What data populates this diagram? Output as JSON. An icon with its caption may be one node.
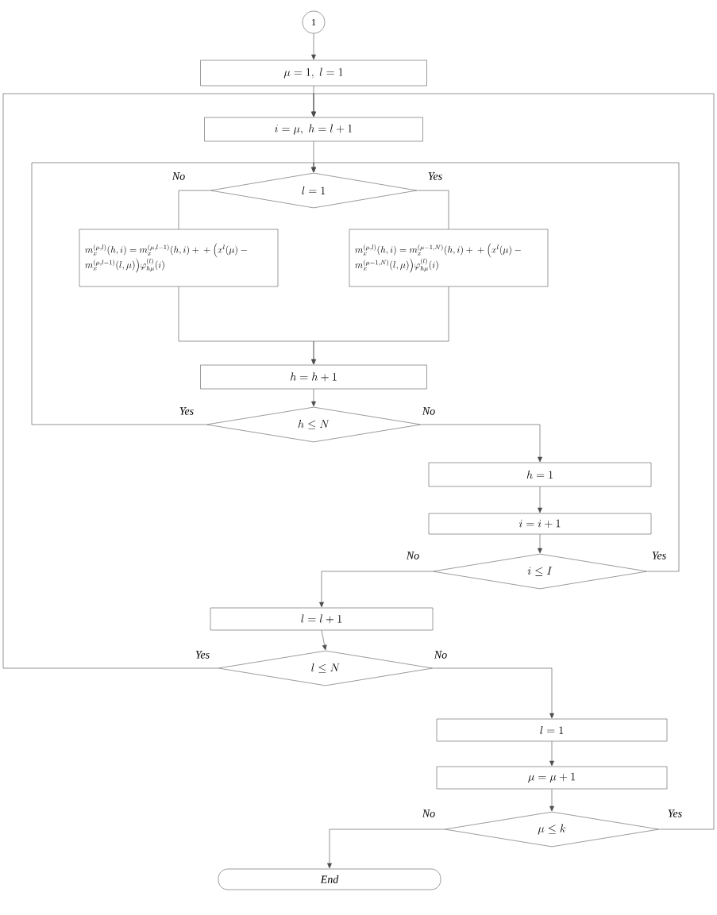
{
  "diagram": {
    "nodes": [
      {
        "text": [
          "1"
        ]
      },
      {
        "text": [
          "\\mu=1,\\; l=1"
        ]
      },
      {
        "text": [
          "i=\\mu,\\; h=l+1"
        ]
      },
      {
        "text": [
          "l=1"
        ]
      },
      {
        "text": [
          "m_x^{(\\mu,l)}(h,i)=m_x^{(\\mu,l-1)}(h,i)+{}+\\Bigl(x^{l}(\\mu)-m_x^{(\\mu,l-1)}(l,\\mu)\\Bigr)\\varphi_{h\\mu}^{(l)}(i)"
        ]
      },
      {
        "text": [
          "m_x^{(\\mu,l)}(h,i)=m_x^{(\\mu-1,N)}(h,i)+{}+\\Bigl(x^{l}(\\mu)-m_x^{(\\mu-1,N)}(l,\\mu)\\Bigr)\\varphi_{h\\mu}^{(l)}(i)"
        ]
      },
      {
        "text": [
          "h=h+1"
        ]
      },
      {
        "text": [
          "h\\leq N"
        ]
      },
      {
        "text": [
          "h=1"
        ]
      },
      {
        "text": [
          "i=i+1"
        ]
      },
      {
        "text": [
          "i\\leq I"
        ]
      },
      {
        "text": [
          "l=l+1"
        ]
      },
      {
        "text": [
          "l\\leq N"
        ]
      },
      {
        "text": [
          "l=1"
        ]
      },
      {
        "text": [
          "\\mu=\\mu+1"
        ]
      },
      {
        "text": [
          "\\mu\\leq k"
        ]
      },
      {
        "text": [
          "End"
        ]
      }
    ],
    "edges": [
      {
        "from": 0,
        "to": 1,
        "arrow": "to"
      },
      {
        "from": 1,
        "to": 2,
        "arrow": "to"
      },
      {
        "from": 2,
        "to": 3,
        "arrow": "to"
      },
      {
        "from": 3,
        "to": 4,
        "arrow": "none",
        "label": "No"
      },
      {
        "from": 3,
        "to": 5,
        "arrow": "none",
        "label": "Yes"
      },
      {
        "from": 4,
        "to": 6,
        "arrow": "to"
      },
      {
        "from": 5,
        "to": 6,
        "arrow": "to"
      },
      {
        "from": 6,
        "to": 7,
        "arrow": "to"
      },
      {
        "from": 7,
        "to": 3,
        "arrow": "to",
        "label": "Yes"
      },
      {
        "from": 7,
        "to": 8,
        "arrow": "to",
        "label": "No"
      },
      {
        "from": 8,
        "to": 9,
        "arrow": "to"
      },
      {
        "from": 9,
        "to": 10,
        "arrow": "to"
      },
      {
        "from": 10,
        "to": 3,
        "arrow": "to",
        "label": "Yes"
      },
      {
        "from": 10,
        "to": 11,
        "arrow": "to",
        "label": "No"
      },
      {
        "from": 11,
        "to": 12,
        "arrow": "to"
      },
      {
        "from": 12,
        "to": 2,
        "arrow": "to",
        "label": "Yes"
      },
      {
        "from": 12,
        "to": 13,
        "arrow": "to",
        "label": "No"
      },
      {
        "from": 13,
        "to": 14,
        "arrow": "to"
      },
      {
        "from": 14,
        "to": 15,
        "arrow": "to"
      },
      {
        "from": 15,
        "to": 2,
        "arrow": "to",
        "label": "Yes"
      },
      {
        "from": 15,
        "to": 16,
        "arrow": "to",
        "label": "No"
      }
    ]
  }
}
